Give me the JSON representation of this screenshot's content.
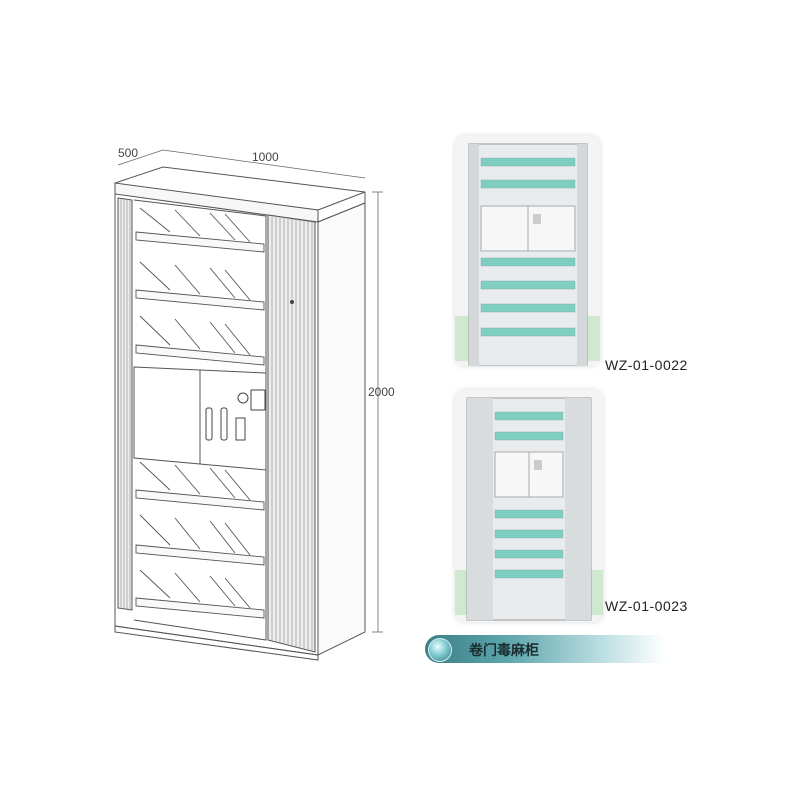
{
  "dimensions": {
    "depth": "500",
    "width": "1000",
    "height": "2000"
  },
  "products": [
    {
      "model": "WZ-01-0022"
    },
    {
      "model": "WZ-01-0023"
    }
  ],
  "banner": {
    "title": "卷门毒麻柜"
  },
  "colors": {
    "cabinet_body": "#f2f2f2",
    "shelf_accent": "#6fc4b8",
    "banner": "#3a7e88"
  }
}
